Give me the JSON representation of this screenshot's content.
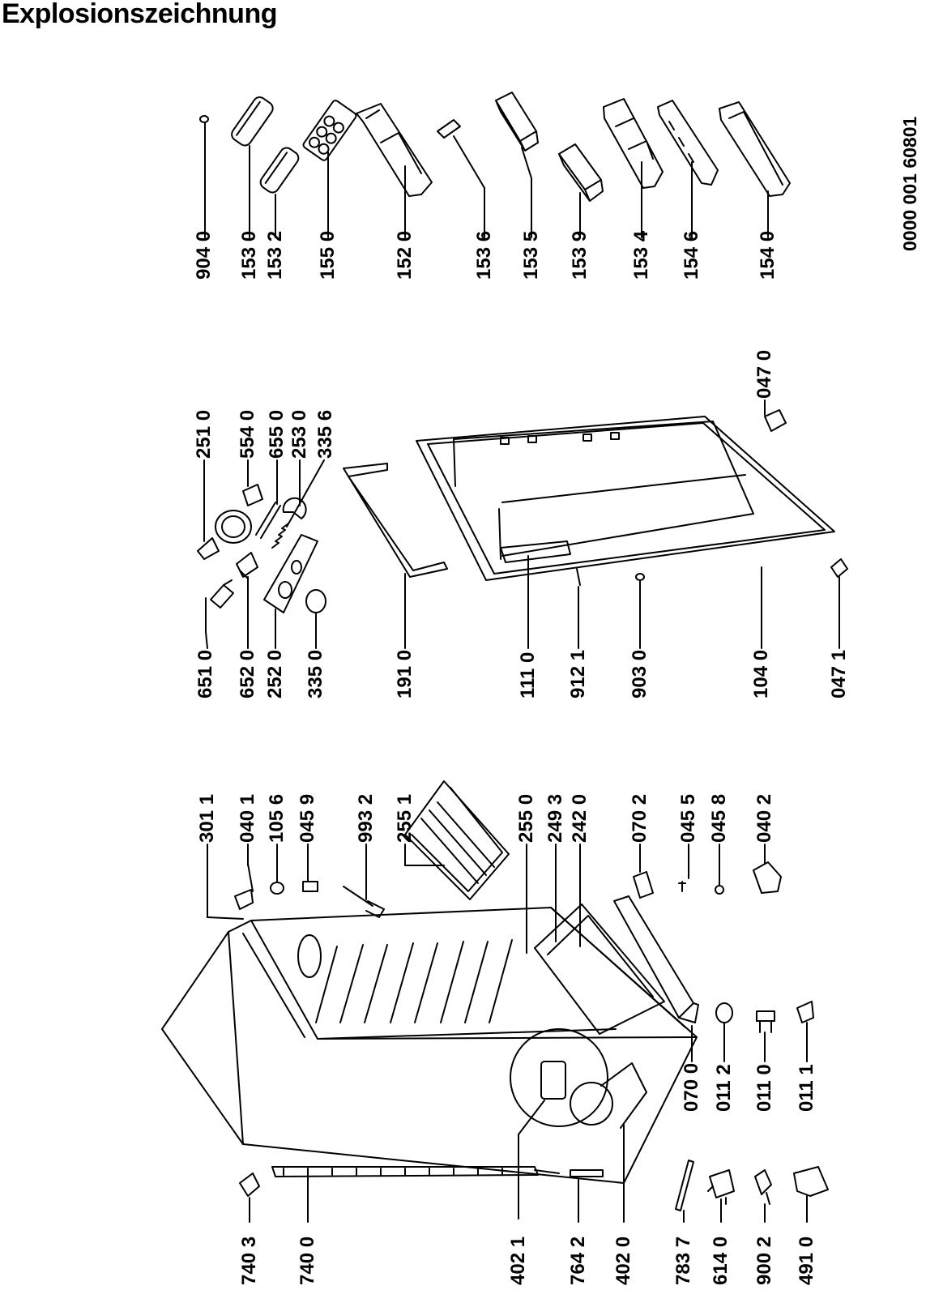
{
  "title": "Explosionszeichnung",
  "document_number": "0000 001 60801",
  "parts": {
    "p9040": "904 0",
    "p1530": "153 0",
    "p1532": "153 2",
    "p1550": "155 0",
    "p1520": "152 0",
    "p1536": "153 6",
    "p1535": "153 5",
    "p1539": "153 9",
    "p1534": "153 4",
    "p1546": "154 6",
    "p1540": "154 0",
    "p2510": "251 0",
    "p5540": "554 0",
    "p6550": "655 0",
    "p2530": "253 0",
    "p3356": "335 6",
    "p6510": "651 0",
    "p6520": "652 0",
    "p2520": "252 0",
    "p3350": "335 0",
    "p1910": "191 0",
    "p1110": "111 0",
    "p9121": "912 1",
    "p9030": "903 0",
    "p1040": "104 0",
    "p0471": "047 1",
    "p0470": "047 0",
    "p3011": "301  1",
    "p0401": "040 1",
    "p1056": "105 6",
    "p0459": "045 9",
    "p9932": "993 2",
    "p2551": "255 1",
    "p2550": "255 0",
    "p2493": "249 3",
    "p2420": "242 0",
    "p0702": "070 2",
    "p0455": "045 5",
    "p0458": "045 8",
    "p0402": "040 2",
    "p0700": "070 0",
    "p0112": "011 2",
    "p0110": "011 0",
    "p0111": "011 1",
    "p7403": "740 3",
    "p7400": "740 0",
    "p4021": "402 1",
    "p7642": "764 2",
    "p4020": "402 0",
    "p7837": "783 7",
    "p6140": "614 0",
    "p9002": "900 2",
    "p4910": "491 0"
  }
}
